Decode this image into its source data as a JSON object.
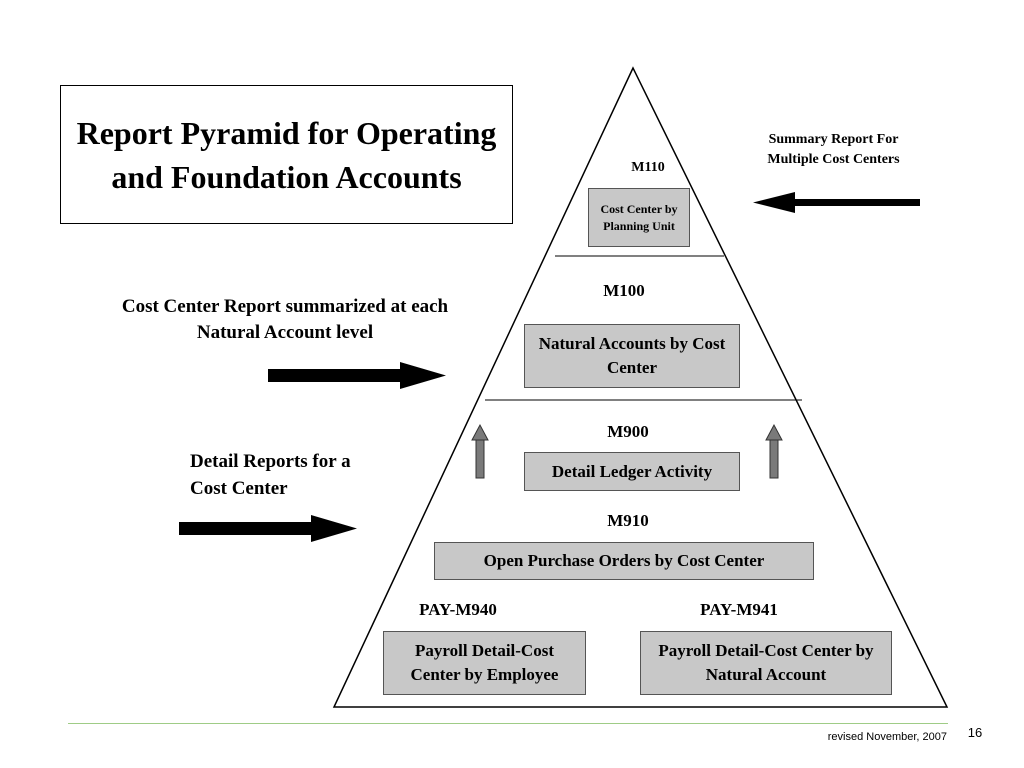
{
  "slide": {
    "title": "Report Pyramid for Operating and Foundation Accounts",
    "summary_note": "Summary Report For Multiple Cost Centers",
    "natural_note": "Cost Center Report summarized at each Natural Account level",
    "detail_note": "Detail Reports for a Cost Center",
    "footer": {
      "revised": "revised November, 2007",
      "page_number": "16"
    },
    "accent_color": "#9fcc86",
    "box_fill": "#c8c8c8"
  },
  "pyramid": {
    "m110": {
      "code": "M110",
      "box": "Cost Center by Planning Unit"
    },
    "m100": {
      "code": "M100",
      "box": "Natural Accounts by Cost Center"
    },
    "m900": {
      "code": "M900",
      "box": "Detail Ledger Activity"
    },
    "m910": {
      "code": "M910",
      "box": "Open Purchase Orders by Cost Center"
    },
    "m940": {
      "code": "PAY-M940",
      "box": "Payroll Detail-Cost Center by Employee"
    },
    "m941": {
      "code": "PAY-M941",
      "box": "Payroll Detail-Cost Center by Natural Account"
    }
  }
}
